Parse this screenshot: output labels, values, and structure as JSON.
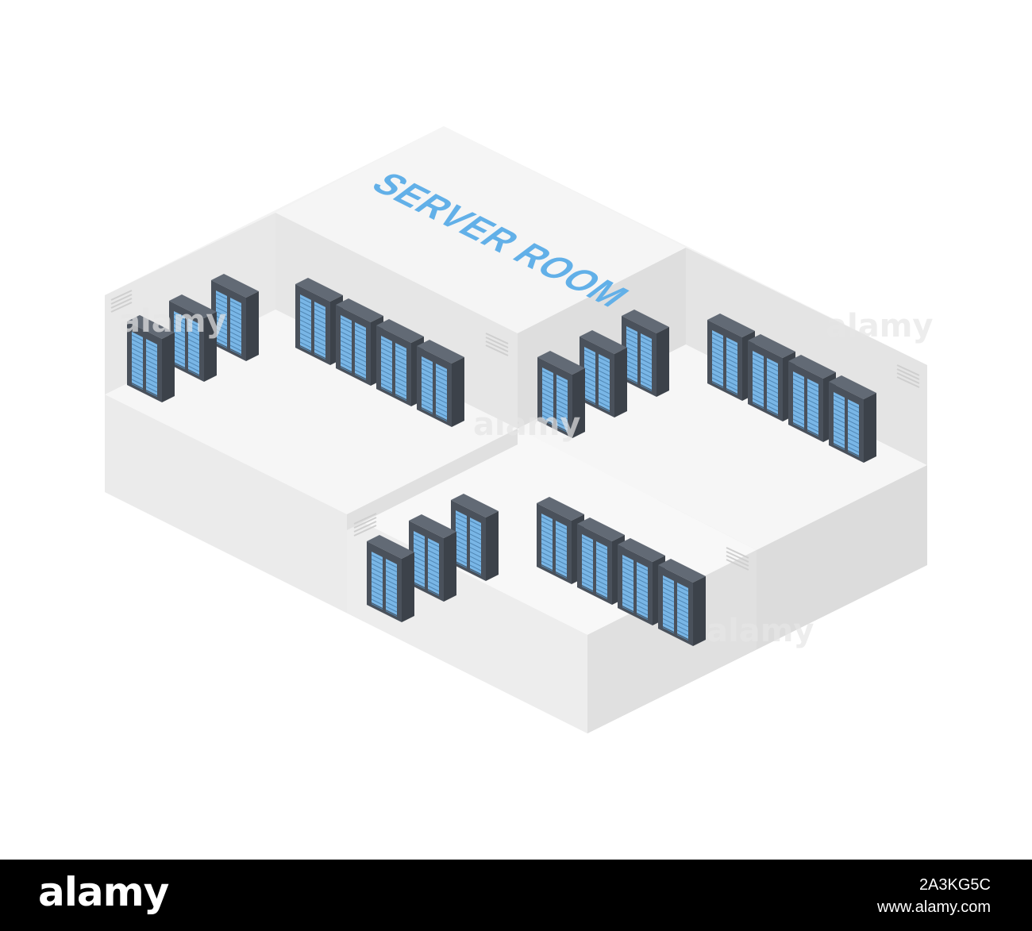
{
  "sign": {
    "text": "SERVER ROOM",
    "color": "#62b0e8"
  },
  "watermark": {
    "text": "alamy",
    "color": "#e6e6e6"
  },
  "stock_bar": {
    "logo": "alamy",
    "image_id": "2A3KG5C",
    "site": "www.alamy.com"
  },
  "colors": {
    "background": "#ffffff",
    "floor": "#f2f2f2",
    "wall_light": "#ededed",
    "wall_dark": "#dddddd",
    "rack_body": "#4a515b",
    "rack_top": "#626a75",
    "rack_light": "#79b6e6"
  },
  "rooms": [
    {
      "name": "room-back-left",
      "rack_count": 7
    },
    {
      "name": "room-back-right",
      "rack_count": 7
    },
    {
      "name": "room-front-center",
      "rack_count": 7
    }
  ]
}
